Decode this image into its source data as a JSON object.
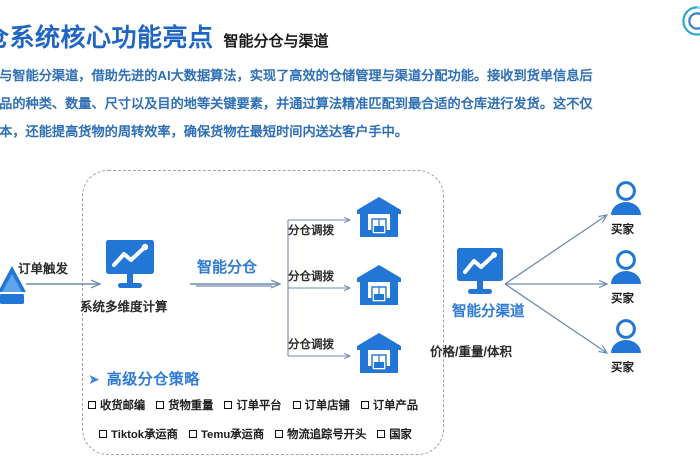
{
  "header": {
    "title": "仓系统核心功能亮点",
    "subtitle": "智能分仓与渠道",
    "logo_icon": "circular-brand-logo-icon"
  },
  "body_text": {
    "line1": "仓与智能分渠道，借助先进的AI大数据算法，实现了高效的仓储管理与渠道分配功能。接收到货单信息后",
    "line2": "货品的种类、数量、尺寸以及目的地等关键要素，并通过算法精准匹配到最合适的仓库进行发货。这不仅",
    "line3": "成本，还能提高货物的周转效率，确保货物在最短时间内送达客户手中。"
  },
  "diagram": {
    "source_icon": "warehouse-triangle-icon",
    "order_trigger_label": "订单触发",
    "compute_icon": "monitor-chart-icon",
    "compute_label": "系统多维度计算",
    "smart_split_label": "智能分仓",
    "transfer_labels": [
      "分仓调拨",
      "分仓调拨",
      "分仓调拨"
    ],
    "warehouse_icon": "warehouse-box-icon",
    "channel_icon": "monitor-chart-icon",
    "channel_label": "智能分渠道",
    "channel_criteria": "价格/重量/体积",
    "buyer_icon": "buyer-person-icon",
    "buyer_labels": [
      "买家",
      "买家",
      "买家"
    ]
  },
  "strategy": {
    "bullet_icon": "chevron-right-icon",
    "heading": "高级分仓策略",
    "row1": [
      "收货邮编",
      "货物重量",
      "订单平台",
      "订单店铺",
      "订单产品"
    ],
    "row2": [
      "Tiktok承运商",
      "Temu承运商",
      "物流追踪号开头",
      "国家"
    ],
    "checkbox_icon": "square-checkbox-icon"
  },
  "colors": {
    "brand_blue": "#1F66C4",
    "icon_blue": "#2276D6",
    "text_blue": "#2F7BD6",
    "paragraph_blue": "#2F6FB5",
    "arrow_gray_blue": "#6E8CAE",
    "dash_gray": "#9aa3ae"
  }
}
